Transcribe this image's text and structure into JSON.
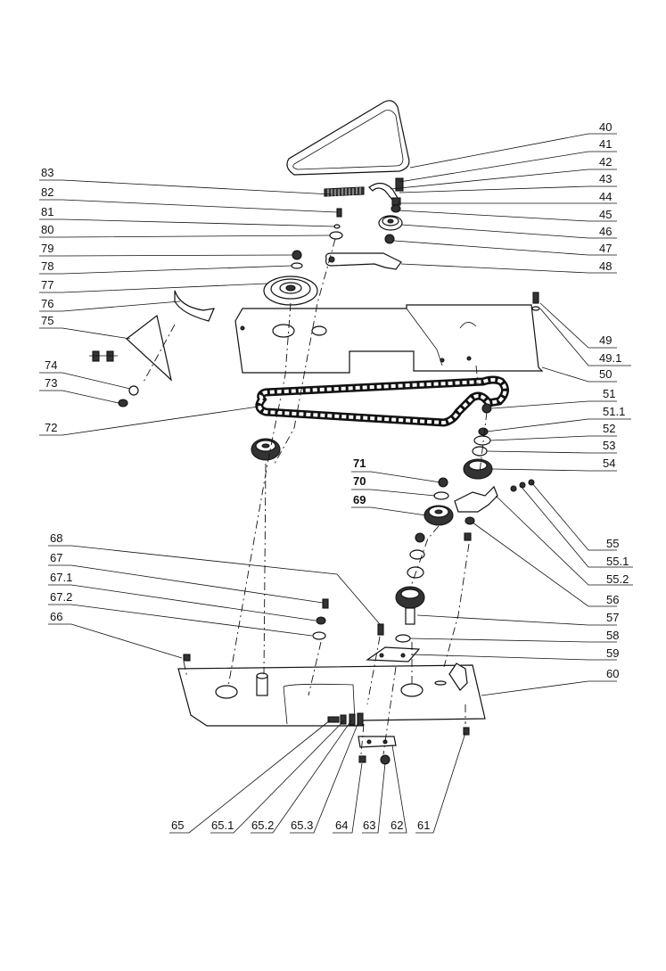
{
  "callouts": [
    {
      "id": "c40",
      "text": "40"
    },
    {
      "id": "c41",
      "text": "41"
    },
    {
      "id": "c42",
      "text": "42"
    },
    {
      "id": "c43",
      "text": "43"
    },
    {
      "id": "c44",
      "text": "44"
    },
    {
      "id": "c45",
      "text": "45"
    },
    {
      "id": "c46",
      "text": "46"
    },
    {
      "id": "c47",
      "text": "47"
    },
    {
      "id": "c48",
      "text": "48"
    },
    {
      "id": "c83",
      "text": "83"
    },
    {
      "id": "c82",
      "text": "82"
    },
    {
      "id": "c81",
      "text": "81"
    },
    {
      "id": "c80",
      "text": "80"
    },
    {
      "id": "c79",
      "text": "79"
    },
    {
      "id": "c78",
      "text": "78"
    },
    {
      "id": "c77",
      "text": "77"
    },
    {
      "id": "c76",
      "text": "76"
    },
    {
      "id": "c75",
      "text": "75"
    },
    {
      "id": "c74",
      "text": "74"
    },
    {
      "id": "c73",
      "text": "73"
    },
    {
      "id": "c72",
      "text": "72"
    },
    {
      "id": "c49",
      "text": "49"
    },
    {
      "id": "c49_1",
      "text": "49.1"
    },
    {
      "id": "c50",
      "text": "50"
    },
    {
      "id": "c51",
      "text": "51"
    },
    {
      "id": "c51_1",
      "text": "51.1"
    },
    {
      "id": "c52",
      "text": "52"
    },
    {
      "id": "c53",
      "text": "53"
    },
    {
      "id": "c54",
      "text": "54"
    },
    {
      "id": "c71",
      "text": "71"
    },
    {
      "id": "c70",
      "text": "70"
    },
    {
      "id": "c69",
      "text": "69"
    },
    {
      "id": "c55",
      "text": "55"
    },
    {
      "id": "c55_1",
      "text": "55.1"
    },
    {
      "id": "c55_2",
      "text": "55.2"
    },
    {
      "id": "c56",
      "text": "56"
    },
    {
      "id": "c57",
      "text": "57"
    },
    {
      "id": "c58",
      "text": "58"
    },
    {
      "id": "c59",
      "text": "59"
    },
    {
      "id": "c60",
      "text": "60"
    },
    {
      "id": "c68",
      "text": "68"
    },
    {
      "id": "c67",
      "text": "67"
    },
    {
      "id": "c67_1",
      "text": "67.1"
    },
    {
      "id": "c67_2",
      "text": "67.2"
    },
    {
      "id": "c66",
      "text": "66"
    },
    {
      "id": "c65",
      "text": "65"
    },
    {
      "id": "c65_1",
      "text": "65.1"
    },
    {
      "id": "c65_2",
      "text": "65.2"
    },
    {
      "id": "c65_3",
      "text": "65.3"
    },
    {
      "id": "c64",
      "text": "64"
    },
    {
      "id": "c63",
      "text": "63"
    },
    {
      "id": "c62",
      "text": "62"
    },
    {
      "id": "c61",
      "text": "61"
    }
  ]
}
